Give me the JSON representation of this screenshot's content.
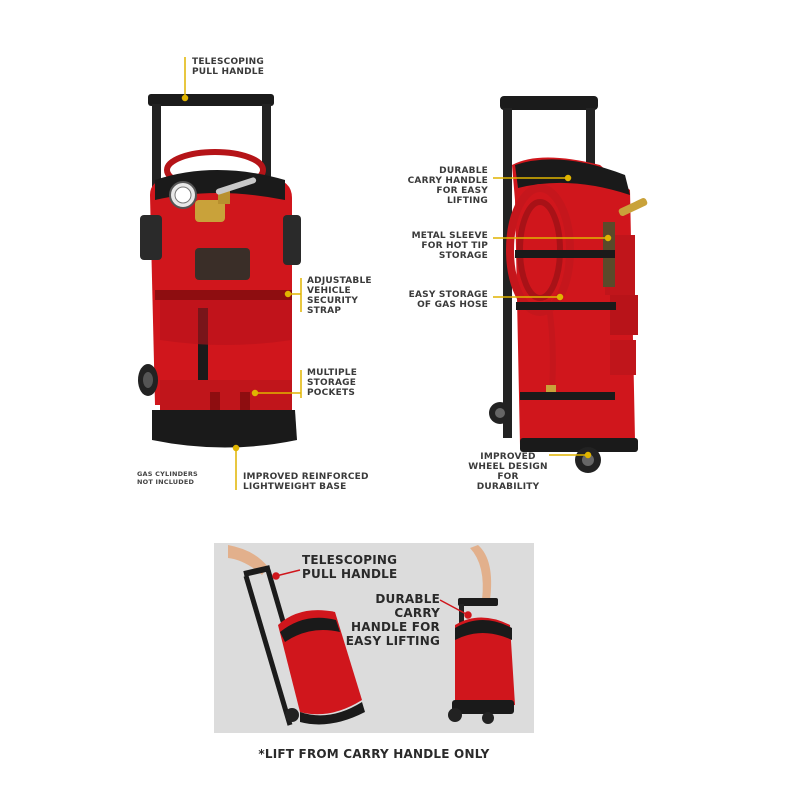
{
  "callouts": {
    "telescoping_pull_handle": "TELESCOPING\nPULL HANDLE",
    "adjustable_strap": "ADJUSTABLE\nVEHICLE\nSECURITY\nSTRAP",
    "multiple_pockets": "MULTIPLE\nSTORAGE\nPOCKETS",
    "reinforced_base": "IMPROVED REINFORCED\nLIGHTWEIGHT BASE",
    "gas_cylinders_note": "GAS CYLINDERS\nNOT INCLUDED",
    "durable_carry_handle": "DURABLE\nCARRY HANDLE\nFOR EASY\nLIFTING",
    "metal_sleeve": "METAL SLEEVE\nFOR HOT TIP\nSTORAGE",
    "easy_storage_hose": "EASY STORAGE\nOF GAS HOSE",
    "improved_wheel": "IMPROVED\nWHEEL DESIGN\nFOR DURABILITY",
    "panel_pull_handle": "TELESCOPING\nPULL HANDLE",
    "panel_carry_handle": "DURABLE CARRY\nHANDLE FOR\nEASY LIFTING"
  },
  "footnote": "*LIFT FROM CARRY HANDLE ONLY",
  "colors": {
    "bag_red": "#d0161c",
    "bag_dark_red": "#8e0d10",
    "frame_black": "#1b1b1b",
    "callout_line": "#e0b400",
    "callout_dot_panel": "#d0161c",
    "panel_bg": "#dcdcdc",
    "brass": "#c9a23a"
  }
}
